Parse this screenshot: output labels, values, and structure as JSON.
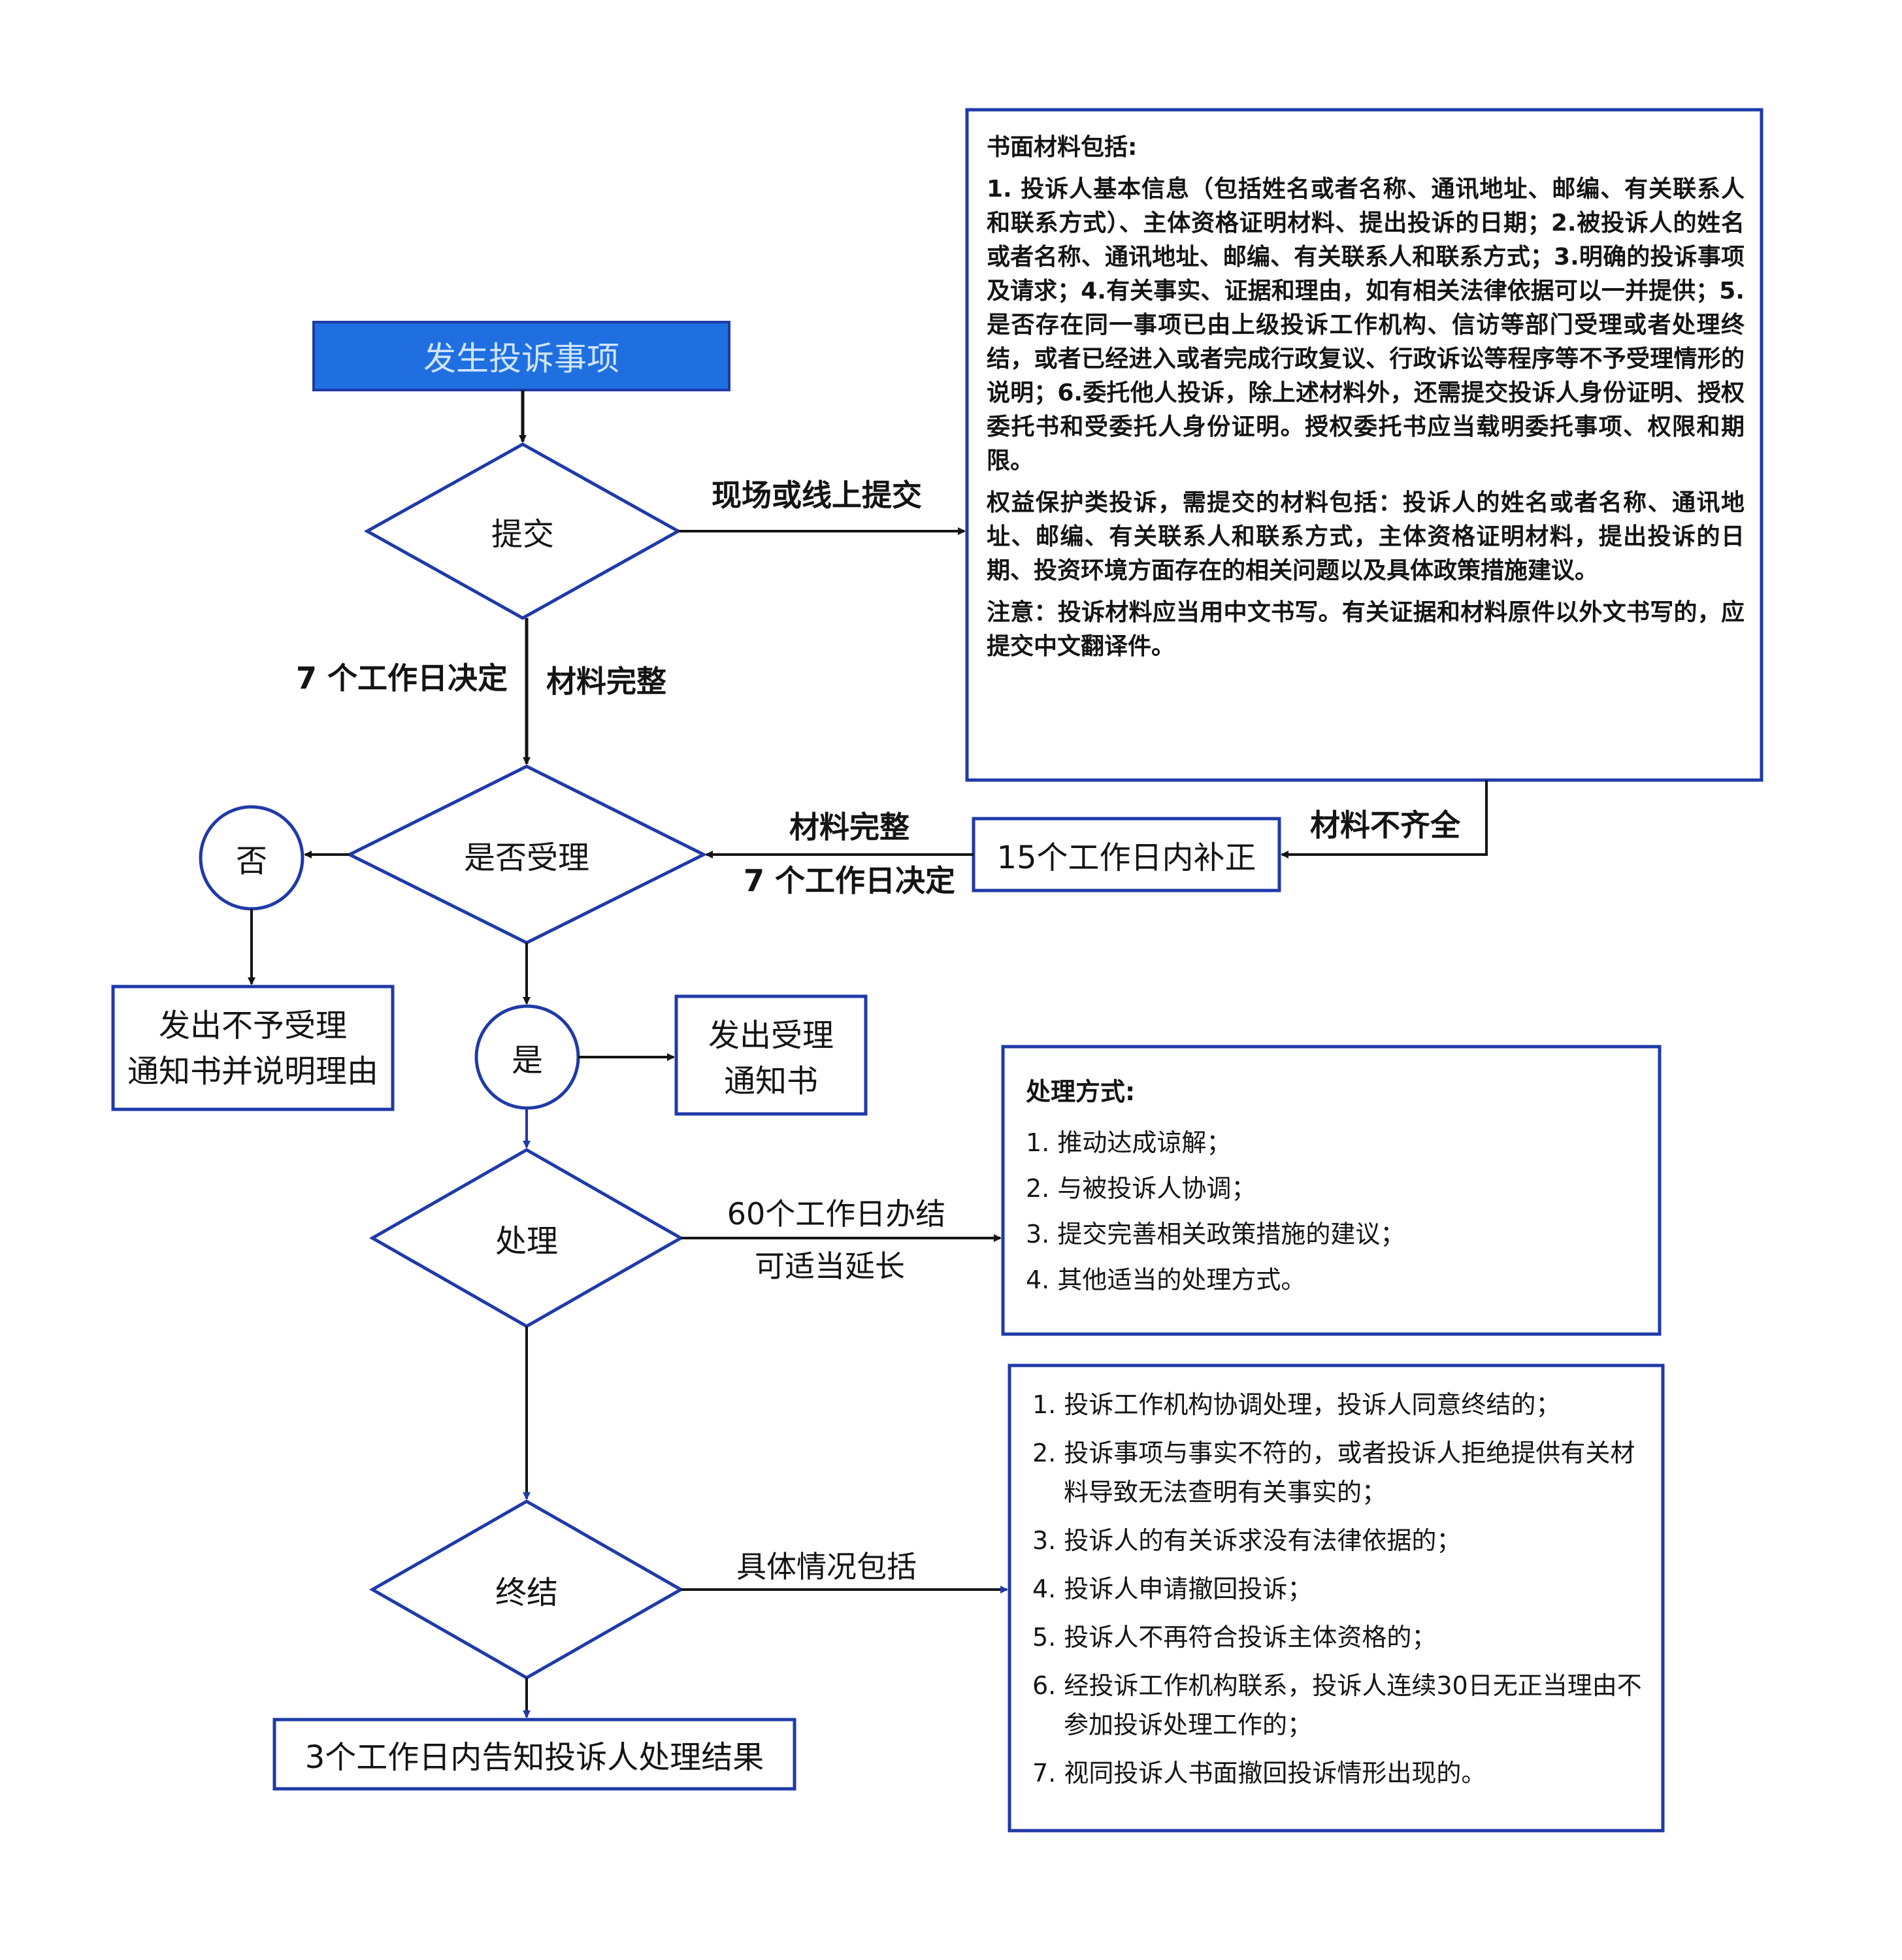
{
  "colors": {
    "frame": "#1f3aa8",
    "start_fill": "#1f6fe0",
    "start_text": "#cfe4ff",
    "text": "#141414"
  },
  "nodes": {
    "start": "发生投诉事项",
    "submit": "提交",
    "accept": "是否受理",
    "no": "否",
    "yes": "是",
    "reject_notice": [
      "发出不予受理",
      "通知书并说明理由"
    ],
    "accept_notice": [
      "发出受理",
      "通知书"
    ],
    "correct": "15个工作日内补正",
    "process": "处理",
    "conclude": "终结",
    "result": "3个工作日内告知投诉人处理结果"
  },
  "edge_labels": {
    "submit_method": "现场或线上提交",
    "decide_7days": "7 个工作日决定",
    "complete": "材料完整",
    "incomplete": "材料不齐全",
    "complete2": "材料完整",
    "decide_7days_2": "7 个工作日决定",
    "process_60days": "60个工作日办结",
    "extend": "可适当延长",
    "conclude_cases": "具体情况包括"
  },
  "materials_box": {
    "paragraphs": [
      "书面材料包括:",
      "1. 投诉人基本信息（包括姓名或者名称、通讯地址、邮编、有关联系人和联系方式）、主体资格证明材料、提出投诉的日期；2.被投诉人的姓名或者名称、通讯地址、邮编、有关联系人和联系方式；3.明确的投诉事项及请求；4.有关事实、证据和理由，如有相关法律依据可以一并提供；5.是否存在同一事项已由上级投诉工作机构、信访等部门受理或者处理终结，或者已经进入或者完成行政复议、行政诉讼等程序等不予受理情形的说明；6.委托他人投诉，除上述材料外，还需提交投诉人身份证明、授权委托书和受委托人身份证明。授权委托书应当载明委托事项、权限和期限。",
      "权益保护类投诉，需提交的材料包括：投诉人的姓名或者名称、通讯地址、邮编、有关联系人和联系方式，主体资格证明材料，提出投诉的日期、投资环境方面存在的相关问题以及具体政策措施建议。",
      "注意：投诉材料应当用中文书写。有关证据和材料原件以外文书写的，应提交中文翻译件。"
    ]
  },
  "methods_box": {
    "title": "处理方式:",
    "items": [
      "1. 推动达成谅解；",
      "2. 与被投诉人协调；",
      "3. 提交完善相关政策措施的建议；",
      "4. 其他适当的处理方式。"
    ]
  },
  "conclude_box": {
    "items": [
      "1. 投诉工作机构协调处理，投诉人同意终结的；",
      "2. 投诉事项与事实不符的，或者投诉人拒绝提供有关材料导致无法查明有关事实的；",
      "3. 投诉人的有关诉求没有法律依据的；",
      "4. 投诉人申请撤回投诉；",
      "5. 投诉人不再符合投诉主体资格的；",
      "6. 经投诉工作机构联系，投诉人连续30日无正当理由不参加投诉处理工作的；",
      "7. 视同投诉人书面撤回投诉情形出现的。"
    ]
  }
}
